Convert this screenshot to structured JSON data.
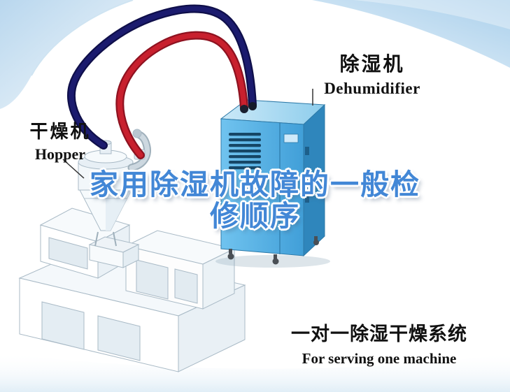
{
  "title": {
    "line1": "家用除湿机故障的一般检",
    "line2": "修顺序"
  },
  "labels": {
    "dehumidifier_zh": "除湿机",
    "dehumidifier_en": "Dehumidifier",
    "hopper_zh": "干燥机",
    "hopper_en": "Hopper",
    "system_zh": "一对一除湿干燥系统",
    "system_en": "For serving one machine"
  },
  "illustration": {
    "machines": [
      "dehumidifier-unit",
      "hopper-dryer",
      "injection-molding-machine"
    ],
    "pipes": [
      {
        "name": "return-air-pipe",
        "color": "#1b1b6e"
      },
      {
        "name": "dry-air-pipe",
        "color": "#c8202e"
      }
    ]
  },
  "colors": {
    "accent_blue": "#4287d6",
    "dehumidifier_body": "#58b2e3",
    "pipe_navy": "#1b1b6e",
    "pipe_red": "#c8202e",
    "background_swoosh": "#bcd9ee",
    "text_black": "#111111"
  }
}
